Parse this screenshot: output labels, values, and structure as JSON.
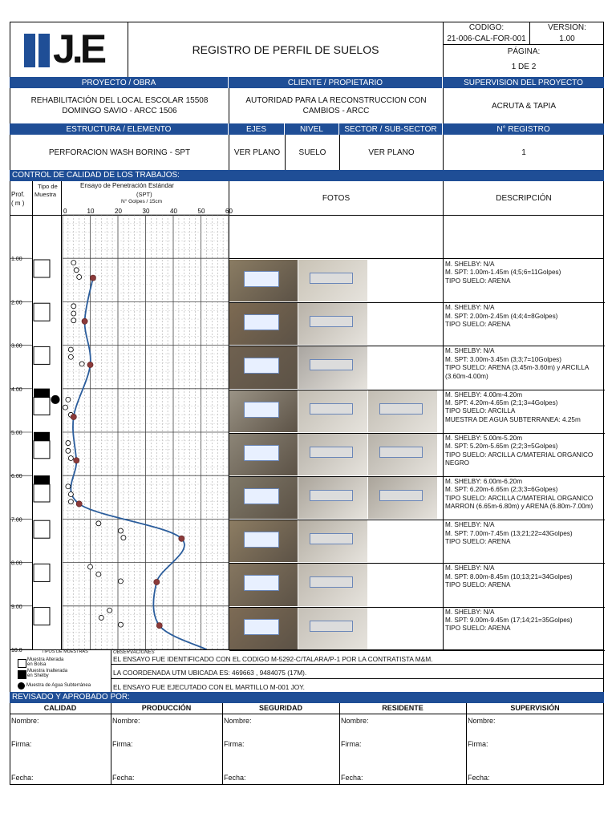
{
  "header": {
    "logo_text": "J.E",
    "title": "REGISTRO DE PERFIL DE SUELOS",
    "codigo_label": "CODIGO:",
    "codigo_value": "21-006-CAL-FOR-001",
    "version_label": "VERSION:",
    "version_value": "1.00",
    "pagina_label": "PÁGINA:",
    "pagina_value": "1 DE 2"
  },
  "project": {
    "proyecto_label": "PROYECTO / OBRA",
    "proyecto_value": "REHABILITACIÓN DEL LOCAL ESCOLAR 15508 DOMINGO SAVIO - ARCC 1506",
    "cliente_label": "CLIENTE / PROPIETARIO",
    "cliente_value": "AUTORIDAD PARA LA RECONSTRUCCION CON CAMBIOS - ARCC",
    "supervision_label": "SUPERVISION DEL PROYECTO",
    "supervision_value": "ACRUTA & TAPIA",
    "estructura_label": "ESTRUCTURA / ELEMENTO",
    "estructura_value": "PERFORACION WASH BORING - SPT",
    "ejes_label": "EJES",
    "ejes_value": "VER PLANO",
    "nivel_label": "NIVEL",
    "nivel_value": "SUELO",
    "sector_label": "SECTOR / SUB-SECTOR",
    "sector_value": "VER PLANO",
    "registro_label": "N° REGISTRO",
    "registro_value": "1"
  },
  "control": {
    "title": "CONTROL DE CALIDAD DE LOS TRABAJOS:",
    "prof_label": "Prof.",
    "prof_unit": "( m )",
    "tipo_label": "Tipo de",
    "tipo_label2": "Muestra",
    "spt_title": "Ensayo de Penetración Estándar",
    "spt_sub": "(SPT)",
    "spt_unit": "N° Golpes / 15cm",
    "fotos_label": "FOTOS",
    "descripcion_label": "DESCRIPCIÓN"
  },
  "chart_data": {
    "type": "scatter",
    "xlim": [
      0,
      60
    ],
    "x_ticks": [
      "0",
      "10",
      "20",
      "30",
      "40",
      "50",
      "60"
    ],
    "ylim": [
      0,
      10
    ],
    "depth_ticks": [
      "1.00",
      "2.00",
      "3.00",
      "4.00",
      "5.00",
      "6.00",
      "7.00",
      "8.00",
      "9.00",
      "10.0"
    ],
    "open_points": [
      {
        "depth": 1.1,
        "n": 4
      },
      {
        "depth": 1.27,
        "n": 5
      },
      {
        "depth": 1.43,
        "n": 6
      },
      {
        "depth": 2.1,
        "n": 4
      },
      {
        "depth": 2.27,
        "n": 4
      },
      {
        "depth": 2.43,
        "n": 4
      },
      {
        "depth": 3.1,
        "n": 3
      },
      {
        "depth": 3.27,
        "n": 3
      },
      {
        "depth": 3.43,
        "n": 7
      },
      {
        "depth": 4.25,
        "n": 2
      },
      {
        "depth": 4.43,
        "n": 1
      },
      {
        "depth": 4.6,
        "n": 3
      },
      {
        "depth": 5.25,
        "n": 2
      },
      {
        "depth": 5.43,
        "n": 2
      },
      {
        "depth": 5.6,
        "n": 3
      },
      {
        "depth": 6.25,
        "n": 2
      },
      {
        "depth": 6.43,
        "n": 3
      },
      {
        "depth": 6.6,
        "n": 3
      },
      {
        "depth": 7.1,
        "n": 13
      },
      {
        "depth": 7.27,
        "n": 21
      },
      {
        "depth": 7.43,
        "n": 22
      },
      {
        "depth": 8.1,
        "n": 10
      },
      {
        "depth": 8.27,
        "n": 13
      },
      {
        "depth": 8.43,
        "n": 21
      },
      {
        "depth": 9.1,
        "n": 17
      },
      {
        "depth": 9.27,
        "n": 14
      },
      {
        "depth": 9.43,
        "n": 21
      }
    ],
    "n_points": [
      {
        "depth": 1.45,
        "n": 11
      },
      {
        "depth": 2.45,
        "n": 8
      },
      {
        "depth": 3.45,
        "n": 10
      },
      {
        "depth": 4.65,
        "n": 4
      },
      {
        "depth": 5.65,
        "n": 5
      },
      {
        "depth": 6.65,
        "n": 6
      },
      {
        "depth": 7.45,
        "n": 43
      },
      {
        "depth": 8.45,
        "n": 34
      },
      {
        "depth": 9.45,
        "n": 35
      }
    ],
    "water_table_depth": 4.25
  },
  "samples": [
    {
      "type": "bolsa",
      "depth": 1.0
    },
    {
      "type": "bolsa",
      "depth": 2.0
    },
    {
      "type": "bolsa",
      "depth": 3.0
    },
    {
      "type": "shelby",
      "depth": 4.0
    },
    {
      "type": "shelby",
      "depth": 5.0
    },
    {
      "type": "shelby",
      "depth": 6.0
    },
    {
      "type": "bolsa",
      "depth": 7.0
    },
    {
      "type": "bolsa",
      "depth": 8.0
    },
    {
      "type": "bolsa",
      "depth": 9.0
    }
  ],
  "descriptions": [
    [
      "M. SHELBY: N/A",
      "M. SPT: 1.00m-1.45m (4;5;6=11Golpes)",
      "TIPO SUELO: ARENA"
    ],
    [
      "M. SHELBY: N/A",
      "M. SPT: 2.00m-2.45m (4;4;4=8Golpes)",
      "TIPO SUELO: ARENA"
    ],
    [
      "M. SHELBY: N/A",
      "M. SPT: 3.00m-3.45m (3;3;7=10Golpes)",
      "TIPO SUELO: ARENA (3.45m-3.60m) y ARCILLA",
      "(3.60m-4.00m)"
    ],
    [
      "M. SHELBY: 4.00m-4.20m",
      "M. SPT: 4.20m-4.65m (2;1;3=4Golpes)",
      "TIPO SUELO: ARCILLA",
      "MUESTRA DE AGUA SUBTERRANEA: 4.25m"
    ],
    [
      "M. SHELBY: 5.00m-5.20m",
      "M. SPT: 5.20m-5.65m (2;2;3=5Golpes)",
      "TIPO SUELO: ARCILLA C/MATERIAL ORGANICO",
      "NEGRO"
    ],
    [
      "M. SHELBY: 6.00m-6.20m",
      "M. SPT: 6.20m-6.65m (2;3;3=6Golpes)",
      "TIPO SUELO: ARCILLA C/MATERIAL ORGANICO",
      "MARRON (6.65m-6.80m) y ARENA (6.80m-7.00m)"
    ],
    [
      "M. SHELBY: N/A",
      "M. SPT: 7.00m-7.45m (13;21;22=43Golpes)",
      "TIPO SUELO: ARENA"
    ],
    [
      "M. SHELBY: N/A",
      "M. SPT: 8.00m-8.45m (10;13;21=34Golpes)",
      "TIPO SUELO: ARENA"
    ],
    [
      "M. SHELBY: N/A",
      "M. SPT: 9.00m-9.45m (17;14;21=35Golpes)",
      "TIPO SUELO: ARENA"
    ]
  ],
  "legend": {
    "title": "TIPOS DE MUESTRAS",
    "bolsa_1": "Muestra Alterada",
    "bolsa_2": "en Bolsa",
    "shelby_1": "Muestra Inalterada",
    "shelby_2": "en Shelby",
    "agua": "Muestra de Agua Subterránea"
  },
  "observaciones": {
    "label": "OBSERVACIONES",
    "lines": [
      "EL ENSAYO FUE IDENTIFICADO CON EL CODIGO M-5292-C/TALARA/P-1 POR LA CONTRATISTA M&M.",
      "LA COORDENADA UTM UBICADA ES: 469663 , 9484075 (17M).",
      "EL ENSAYO FUE EJECUTADO CON EL MARTILLO M-001 JOY."
    ]
  },
  "approval": {
    "title": "REVISADO Y APROBADO POR:",
    "columns": [
      "CALIDAD",
      "PRODUCCIÓN",
      "SEGURIDAD",
      "RESIDENTE",
      "SUPERVISIÓN"
    ],
    "nombre": "Nombre:",
    "firma": "Firma:",
    "fecha": "Fecha:"
  },
  "colors": {
    "header_blue": "#1f4e96",
    "curve": "#2b5d9c",
    "n_point": "#8b3a3a"
  }
}
